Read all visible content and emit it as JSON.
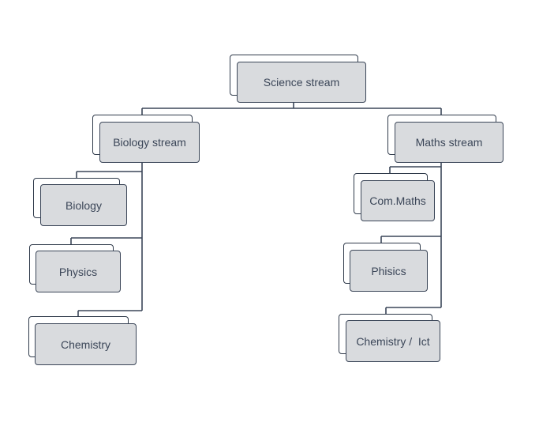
{
  "diagram": {
    "root": {
      "label": "Science stream"
    },
    "branches": [
      {
        "label": "Biology stream",
        "children": [
          {
            "label": "Biology"
          },
          {
            "label": "Physics"
          },
          {
            "label": "Chemistry"
          }
        ]
      },
      {
        "label": "Maths stream",
        "children": [
          {
            "label": "Com.Maths"
          },
          {
            "label": "Phisics"
          },
          {
            "label": "Chemistry /  Ict"
          }
        ]
      }
    ],
    "colors": {
      "box_fill": "#d9dbde",
      "box_border": "#3b4658",
      "connector": "#3b4658",
      "text": "#3b4658"
    }
  }
}
